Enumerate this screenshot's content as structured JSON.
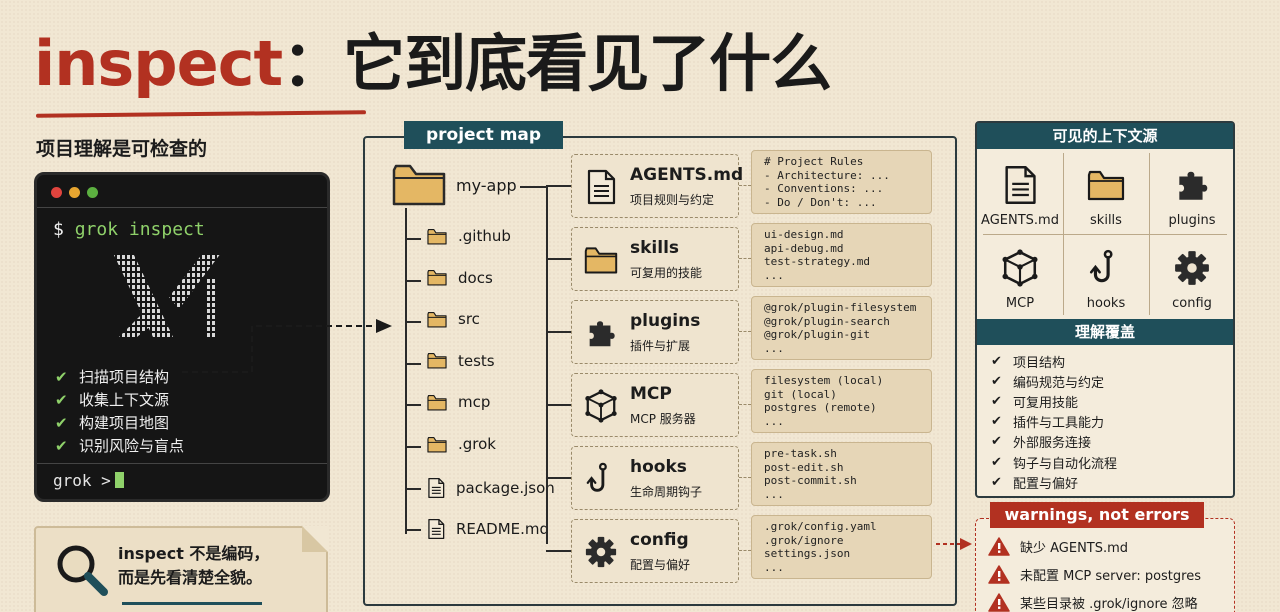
{
  "title": {
    "part_red": "inspect",
    "part_black": "：它到底看见了什么"
  },
  "subtitle": "项目理解是可检查的",
  "terminal": {
    "command_prompt": "$",
    "command": "grok inspect",
    "checks": [
      "扫描项目结构",
      "收集上下文源",
      "构建项目地图",
      "识别风险与盲点"
    ],
    "prompt": "grok >"
  },
  "note": {
    "line1": "inspect 不是编码，",
    "line2": "而是先看清楚全貌。"
  },
  "project_map": {
    "label": "project map",
    "root": "my-app",
    "children": [
      ".github",
      "docs",
      "src",
      "tests",
      "mcp",
      ".grok",
      "package.json",
      "README.md"
    ],
    "modules": [
      {
        "title": "AGENTS.md",
        "sub": "项目规则与约定",
        "code": [
          "# Project Rules",
          "- Architecture: ...",
          "- Conventions: ...",
          "- Do / Don't: ..."
        ]
      },
      {
        "title": "skills",
        "sub": "可复用的技能",
        "code": [
          "ui-design.md",
          "api-debug.md",
          "test-strategy.md",
          "..."
        ]
      },
      {
        "title": "plugins",
        "sub": "插件与扩展",
        "code": [
          "@grok/plugin-filesystem",
          "@grok/plugin-search",
          "@grok/plugin-git",
          "..."
        ]
      },
      {
        "title": "MCP",
        "sub": "MCP 服务器",
        "code": [
          "filesystem (local)",
          "git (local)",
          "postgres (remote)",
          "..."
        ]
      },
      {
        "title": "hooks",
        "sub": "生命周期钩子",
        "code": [
          "pre-task.sh",
          "post-edit.sh",
          "post-commit.sh",
          "..."
        ]
      },
      {
        "title": "config",
        "sub": "配置与偏好",
        "code": [
          ".grok/config.yaml",
          ".grok/ignore",
          "settings.json",
          "..."
        ]
      }
    ]
  },
  "context_panel": {
    "title": "可见的上下文源",
    "sources": [
      "AGENTS.md",
      "skills",
      "plugins",
      "MCP",
      "hooks",
      "config"
    ],
    "coverage_title": "理解覆盖",
    "coverage": [
      "项目结构",
      "编码规范与约定",
      "可复用技能",
      "插件与工具能力",
      "外部服务连接",
      "钩子与自动化流程",
      "配置与偏好"
    ]
  },
  "warnings": {
    "title": "warnings, not errors",
    "items": [
      "缺少 AGENTS.md",
      "未配置 MCP server: postgres",
      "某些目录被 .grok/ignore 忽略"
    ]
  },
  "colors": {
    "red": "#b23121",
    "teal": "#1f4f5a",
    "green": "#8fd16a",
    "folder": "#e4b764"
  }
}
